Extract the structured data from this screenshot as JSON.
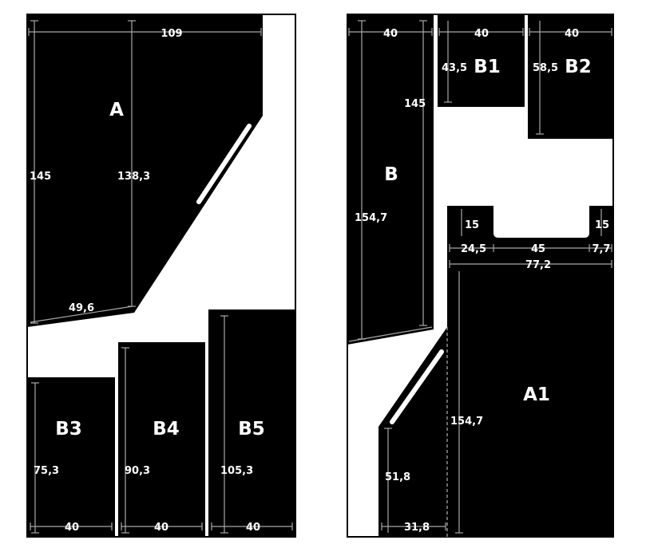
{
  "left_sheet": {
    "pieces": {
      "A": "A",
      "B3": "B3",
      "B4": "B4",
      "B5": "B5"
    },
    "dims": {
      "a_width": "109",
      "a_height_left": "145",
      "a_height_inner": "138,3",
      "a_bottom_edge": "49,6",
      "b3_height": "75,3",
      "b4_height": "90,3",
      "b5_height": "105,3",
      "b3_width": "40",
      "b4_width": "40",
      "b5_width": "40"
    }
  },
  "right_sheet": {
    "pieces": {
      "B": "B",
      "B1": "B1",
      "B2": "B2",
      "A1": "A1"
    },
    "dims": {
      "b_width": "40",
      "b1_width": "40",
      "b2_width": "40",
      "b_height_inner": "145",
      "b_height_outer": "154,7",
      "b1_height": "43,5",
      "b2_height": "58,5",
      "notch_left_depth": "15",
      "notch_right_depth": "15",
      "notch_left_offset": "24,5",
      "notch_width": "45",
      "notch_right_offset": "7,7",
      "a1_width": "77,2",
      "a1_height": "154,7",
      "a1_small_height": "51,8",
      "a1_bottom_width": "31,8"
    }
  }
}
